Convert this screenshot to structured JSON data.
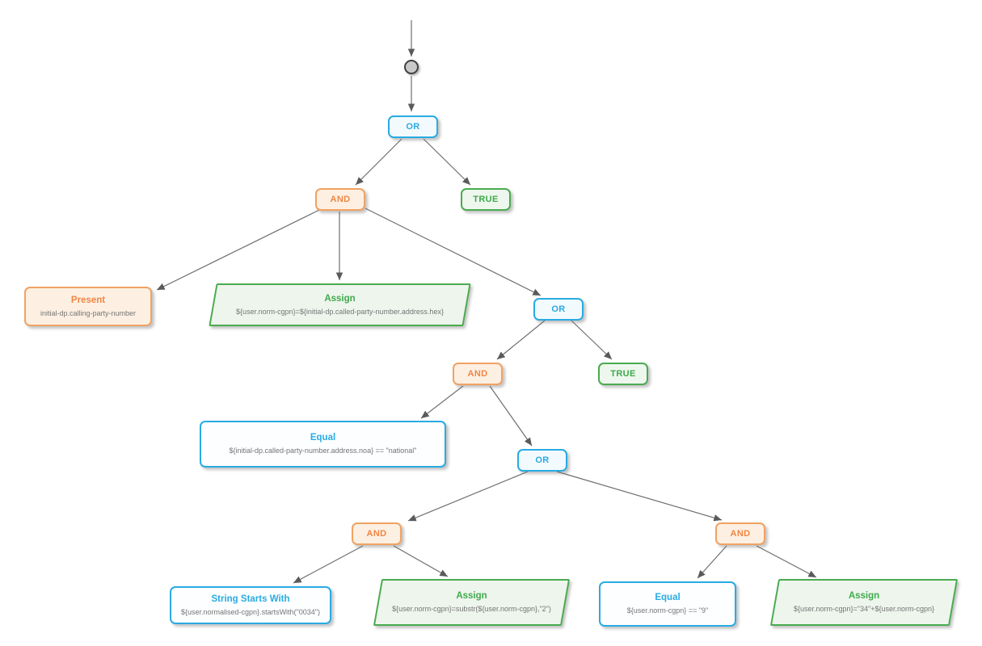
{
  "diagram": {
    "description": "decision-tree rule diagram",
    "colors": {
      "logic_accent": "#29abe2",
      "and_accent": "#f08645",
      "true_accent": "#3faa4c",
      "subtitle_text": "#757575",
      "connector": "#6e6e6e"
    },
    "nodes": {
      "or1": {
        "label": "OR"
      },
      "and1": {
        "label": "AND"
      },
      "true1": {
        "label": "TRUE"
      },
      "present1": {
        "title": "Present",
        "subtitle": "initial-dp.calling-party-number"
      },
      "assign1": {
        "title": "Assign",
        "subtitle": "${user.norm-cgpn}=${initial-dp.called-party-number.address.hex}"
      },
      "or2": {
        "label": "OR"
      },
      "and2": {
        "label": "AND"
      },
      "true2": {
        "label": "TRUE"
      },
      "equal1": {
        "title": "Equal",
        "subtitle": "${initial-dp.called-party-number.address.noa} == \"national\""
      },
      "or3": {
        "label": "OR"
      },
      "and3": {
        "label": "AND"
      },
      "and4": {
        "label": "AND"
      },
      "startswith1": {
        "title": "String Starts With",
        "subtitle": "${user.normalised-cgpn}.startsWith(\"0034\")"
      },
      "assign2": {
        "title": "Assign",
        "subtitle": "${user.norm-cgpn}=substr(${user.norm-cgpn},\"2\")"
      },
      "equal2": {
        "title": "Equal",
        "subtitle": "${user.norm-cgpn} == \"9\""
      },
      "assign3": {
        "title": "Assign",
        "subtitle": "${user.norm-cgpn}=\"34\"+${user.norm-cgpn}"
      }
    }
  }
}
